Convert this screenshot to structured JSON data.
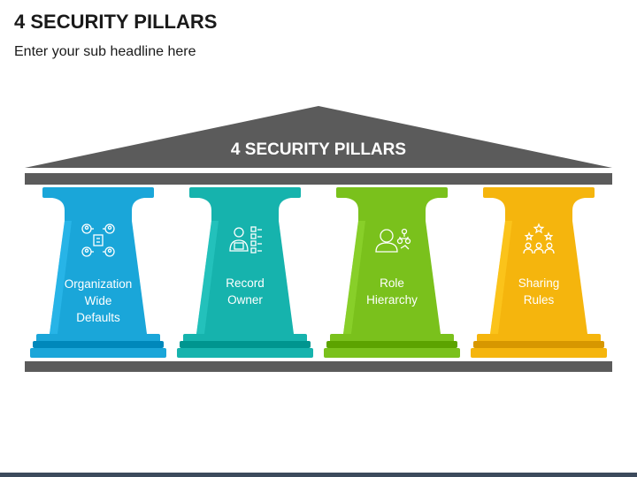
{
  "title": "4 SECURITY PILLARS",
  "subtitle": "Enter your sub headline here",
  "roof_label": "4 SECURITY PILLARS",
  "colors": {
    "roof": "#5b5b5b",
    "beam": "#5b5b5b",
    "bottom_bar": "#3c4a5c"
  },
  "pillars": [
    {
      "lines": [
        "Organization",
        "Wide",
        "Defaults"
      ],
      "icon": "organization-network-icon",
      "color": "#1aa6d9"
    },
    {
      "lines": [
        "Record",
        "Owner"
      ],
      "icon": "record-owner-icon",
      "color": "#16b3ad"
    },
    {
      "lines": [
        "Role",
        "Hierarchy"
      ],
      "icon": "role-hierarchy-icon",
      "color": "#7ac11c"
    },
    {
      "lines": [
        "Sharing",
        "Rules"
      ],
      "icon": "sharing-rules-icon",
      "color": "#f5b50d"
    }
  ]
}
